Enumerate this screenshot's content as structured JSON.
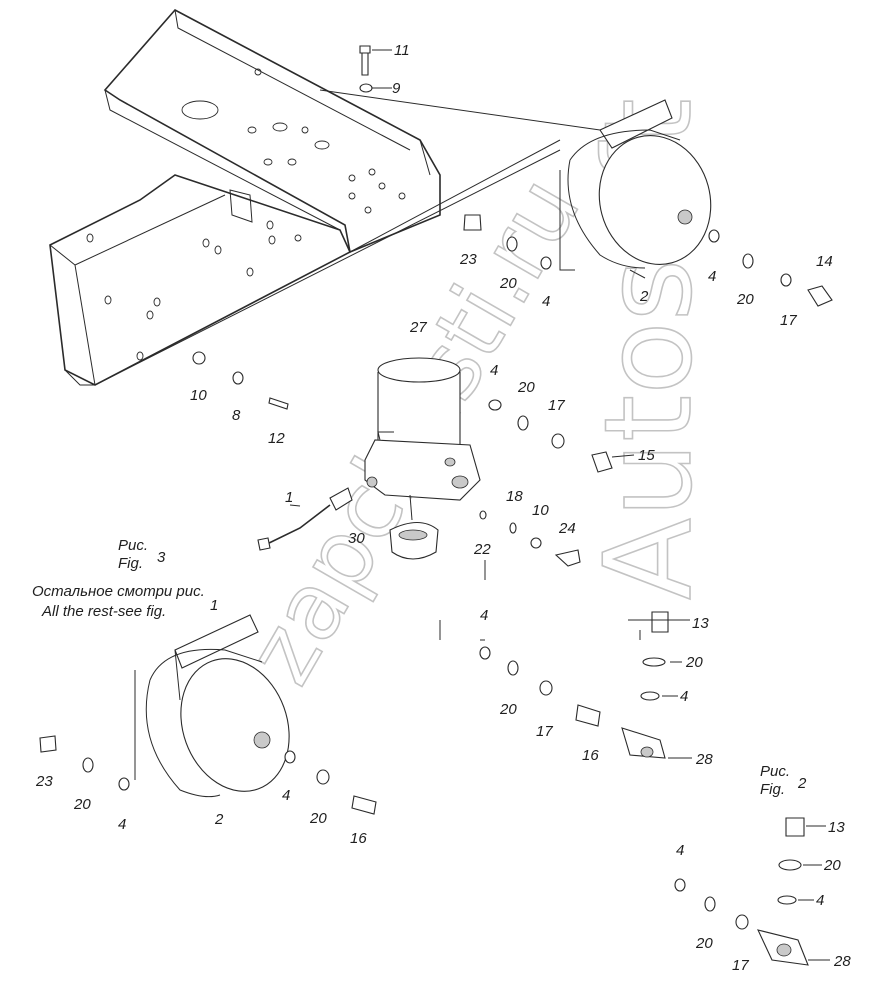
{
  "watermark": {
    "left": "Autosoft",
    "diagonal": "zapchasti.ru"
  },
  "captions": {
    "fig3_ru": "Рис.",
    "fig3_ru_num": "3",
    "fig3_en": "Fig.",
    "rest_ru": "Остальное смотри рис.",
    "rest_en": "All the rest-see fig.",
    "rest_num": "1",
    "fig2_ru": "Рис.",
    "fig2_en": "Fig.",
    "fig2_num": "2"
  },
  "callouts": {
    "c11": "11",
    "c9": "9",
    "c23a": "23",
    "c20a": "20",
    "c4a": "4",
    "c2a": "2",
    "c4b": "4",
    "c20b": "20",
    "c14": "14",
    "c17a": "17",
    "c27": "27",
    "c10a": "10",
    "c8": "8",
    "c12": "12",
    "c1": "1",
    "c4c": "4",
    "c20c": "20",
    "c17b": "17",
    "c15": "15",
    "c18": "18",
    "c10b": "10",
    "c24": "24",
    "c30": "30",
    "c22": "22",
    "c4d": "4",
    "c13a": "13",
    "c20d": "20",
    "c4e": "4",
    "c20e": "20",
    "c17c": "17",
    "c16a": "16",
    "c28a": "28",
    "c23b": "23",
    "c20f": "20",
    "c4f": "4",
    "c2b": "2",
    "c4g": "4",
    "c20g": "20",
    "c16b": "16",
    "c13b": "13",
    "c20h": "20",
    "c4h": "4",
    "c4i": "4",
    "c20i": "20",
    "c17d": "17",
    "c28b": "28"
  }
}
